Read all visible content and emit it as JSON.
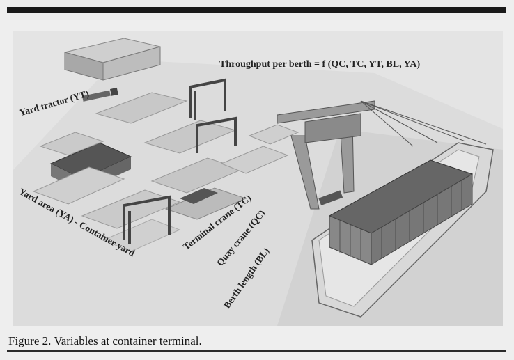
{
  "figure": {
    "formula": "Throughput per berth = f (QC, TC, YT, BL, YA)",
    "labels": {
      "yard_tractor": "Yard tractor (YT)",
      "yard_area": "Yard area (YA) - Container yard",
      "terminal_crane": "Terminal crane (TC)",
      "quay_crane": "Quay crane (QC)",
      "berth_length": "Berth length (BL)"
    },
    "caption": "Figure 2. Variables at container terminal."
  },
  "colors": {
    "background": "#eeeeee",
    "panel": "#e4e4e4",
    "rule": "#1a1a1a",
    "ship_hull": "#d8d8d8",
    "container_dark": "#555555",
    "container_light": "#c8c8c8"
  }
}
